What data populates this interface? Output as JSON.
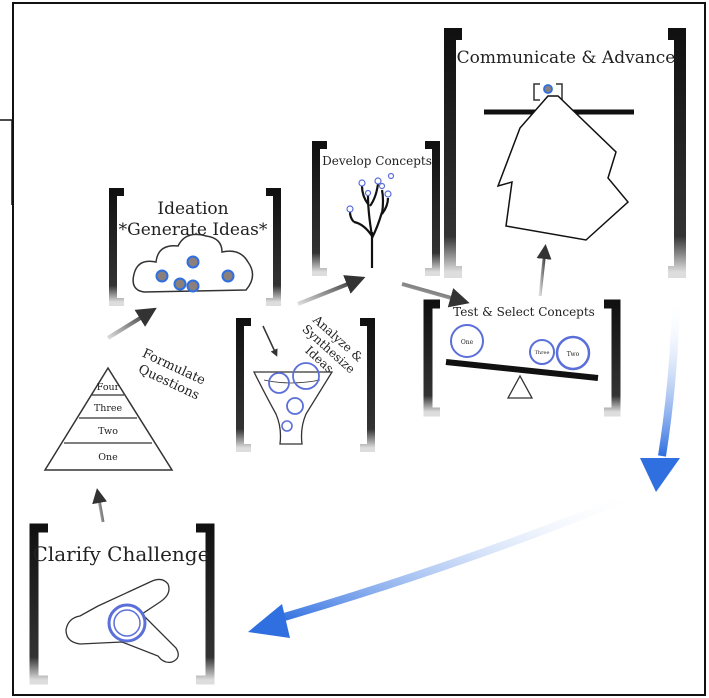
{
  "stages": {
    "clarify": {
      "title": "Clarify Challenge"
    },
    "formulate": {
      "title_line1": "Formulate",
      "title_line2": "Questions",
      "levels": [
        "Four",
        "Three",
        "Two",
        "One"
      ]
    },
    "ideation": {
      "title_line1": "Ideation",
      "title_line2": "*Generate Ideas*"
    },
    "analyze": {
      "title_line1": "Analyze &",
      "title_line2": "Synthesize",
      "title_line3": "Ideas"
    },
    "develop": {
      "title": "Develop Concepts"
    },
    "test": {
      "title": "Test & Select Concepts",
      "bubbles": [
        "One",
        "Three",
        "Two"
      ]
    },
    "communicate": {
      "title": "Communicate & Advance"
    }
  },
  "colors": {
    "frame": "#111111",
    "accent_blue": "#2f6fe0",
    "bubble_blue": "#5b6fd8",
    "dot_fill": "#8a7f7a"
  }
}
